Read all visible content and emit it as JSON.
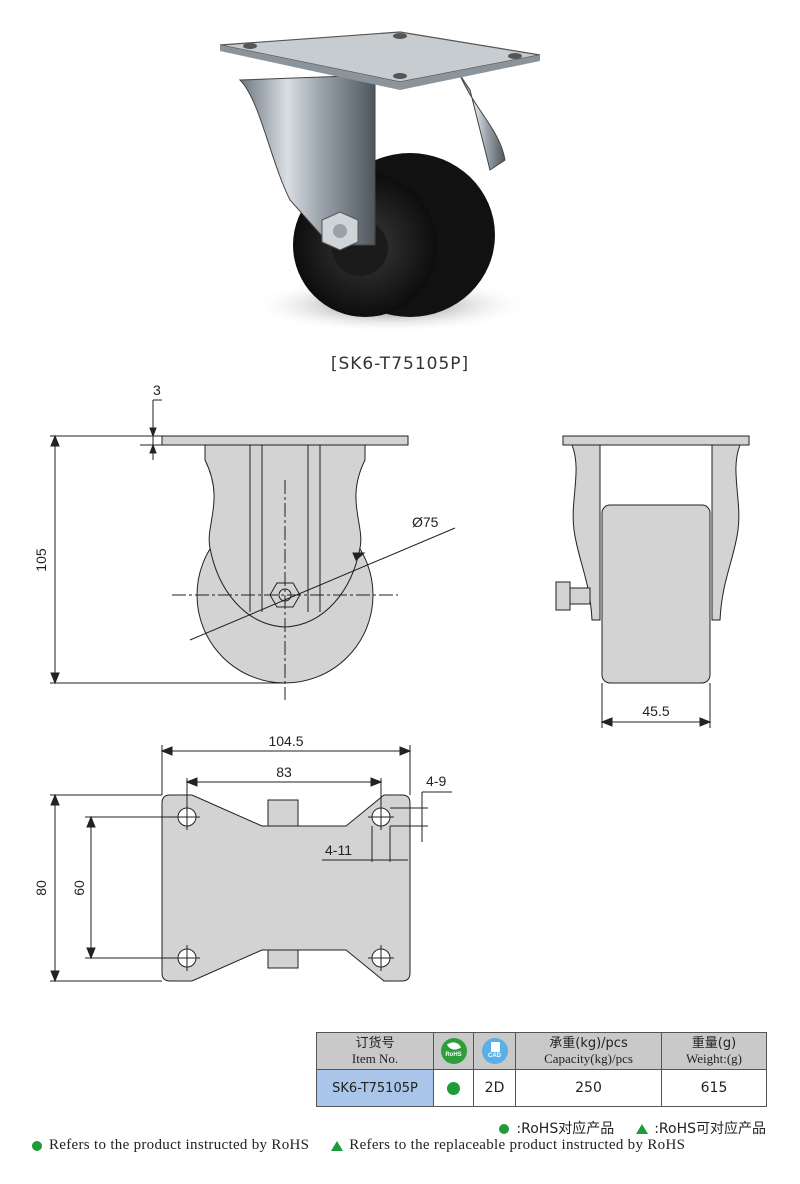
{
  "model_caption": "[SK6-T75105P]",
  "dimensions": {
    "plate_thickness": "3",
    "total_height": "105",
    "wheel_diameter": "Ø75",
    "wheel_width": "45.5",
    "plate_length": "104.5",
    "hole_spacing_long": "83",
    "slot_size_a": "4-9",
    "slot_size_b": "4-11",
    "plate_width": "80",
    "hole_spacing_short": "60"
  },
  "table": {
    "headers": {
      "item_zh": "订货号",
      "item_en": "Item No.",
      "rohs_badge": "RoHS",
      "cad_badge": "CAD",
      "capacity_zh": "承重(kg)/pcs",
      "capacity_en": "Capacity(kg)/pcs",
      "weight_zh": "重量(g)",
      "weight_en": "Weight:(g)"
    },
    "rows": [
      {
        "item_no": "SK6-T75105P",
        "rohs": "●",
        "cad": "2D",
        "capacity": "250",
        "weight": "615"
      }
    ]
  },
  "legend": {
    "cn_rohs": ":RoHS对应产品",
    "cn_replaceable": ":RoHS可对应产品",
    "en_rohs": "Refers to the product instructed by RoHS",
    "en_replaceable": "Refers to the replaceable product instructed by RoHS"
  },
  "colors": {
    "rohs_green": "#1e9b3a",
    "item_cell_blue": "#a9c6ea",
    "header_gray": "#c9c9c9"
  }
}
